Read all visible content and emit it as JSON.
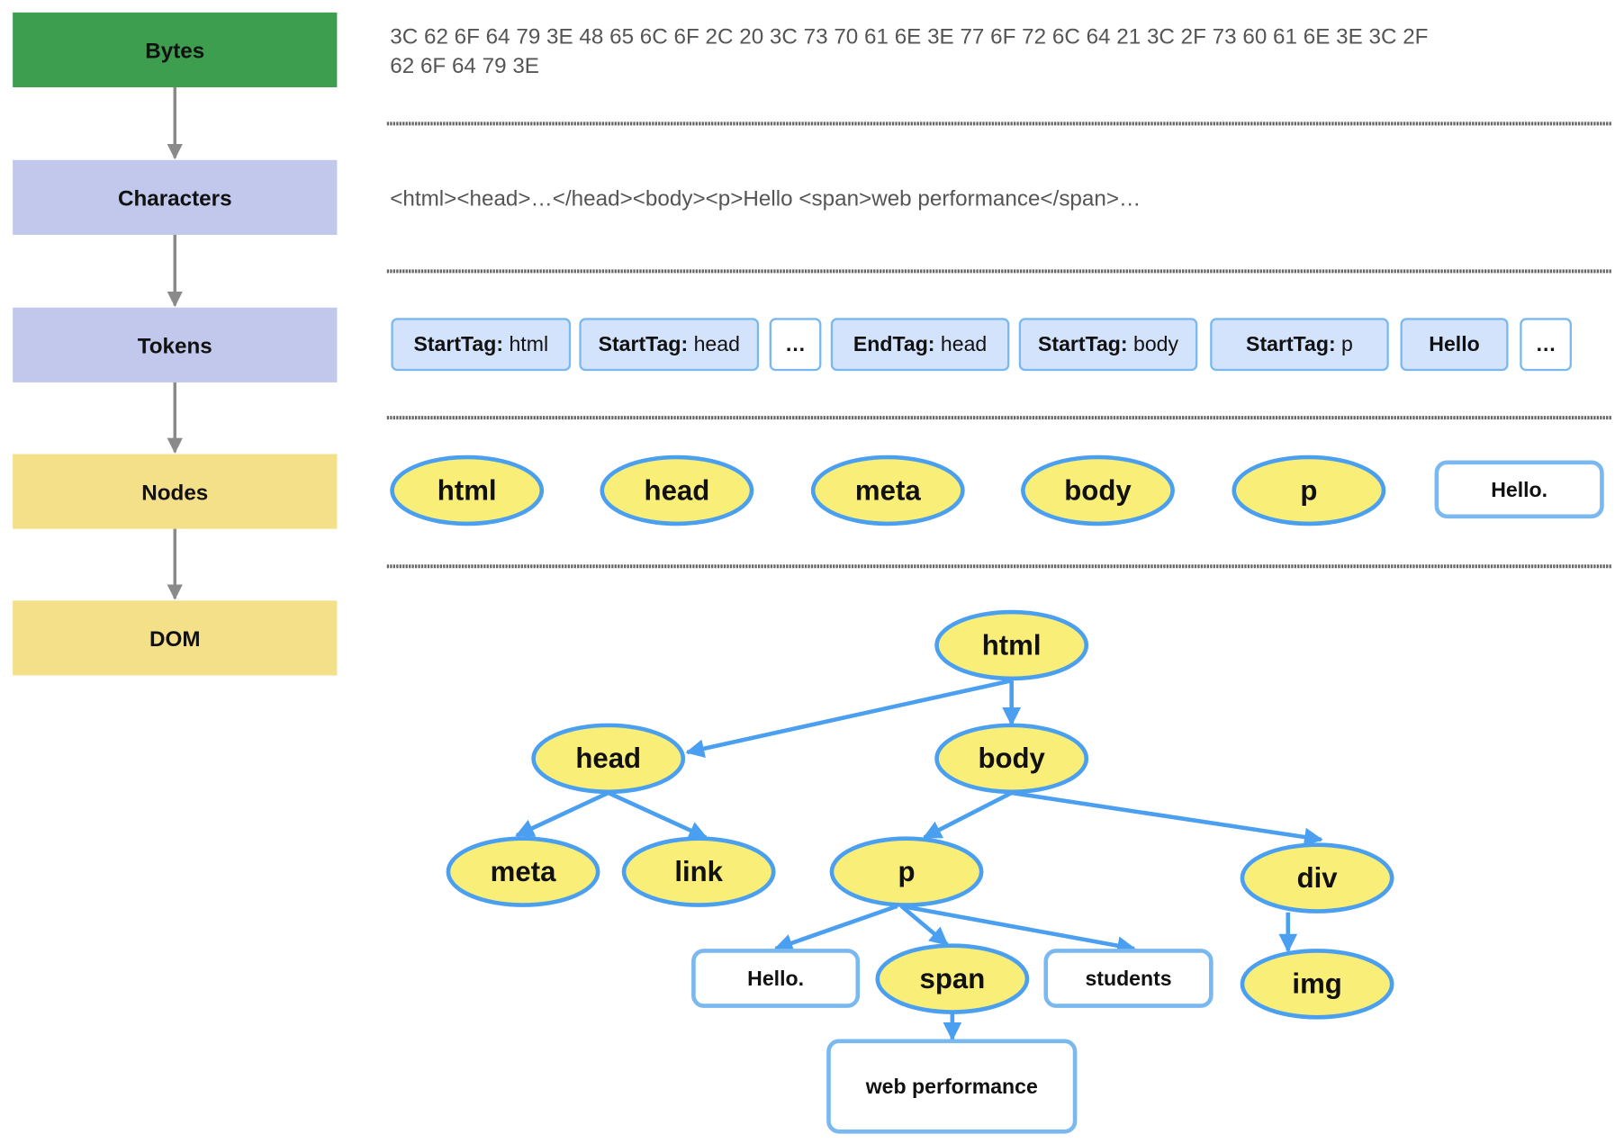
{
  "stages": [
    {
      "label": "Bytes",
      "color": "#3d9e4f"
    },
    {
      "label": "Characters",
      "color": "#c1c8ec"
    },
    {
      "label": "Tokens",
      "color": "#c1c8ec"
    },
    {
      "label": "Nodes",
      "color": "#f5e08a"
    },
    {
      "label": "DOM",
      "color": "#f5e08a"
    }
  ],
  "bytes": {
    "line1": "3C 62 6F 64 79 3E 48 65 6C 6F 2C 20 3C 73 70 61 6E 3E 77 6F 72 6C 64 21 3C 2F 73 60 61 6E 3E 3C 2F",
    "line2": "62 6F 64 79 3E"
  },
  "characters": "<html><head>…</head><body><p>Hello <span>web performance</span>…",
  "tokens": [
    {
      "kind": "StartTag:",
      "name": " html"
    },
    {
      "kind": "StartTag:",
      "name": " head"
    },
    {
      "kind": "…",
      "name": "",
      "plain": true
    },
    {
      "kind": "EndTag:",
      "name": " head"
    },
    {
      "kind": "StartTag:",
      "name": " body"
    },
    {
      "kind": "StartTag:",
      "name": " p"
    },
    {
      "kind": "",
      "name": "Hello",
      "text": true
    },
    {
      "kind": "…",
      "name": "",
      "plain": true
    }
  ],
  "nodes": [
    "html",
    "head",
    "meta",
    "body",
    "p"
  ],
  "nodes_text": "Hello.",
  "dom": {
    "html": "html",
    "head": "head",
    "body": "body",
    "meta": "meta",
    "link": "link",
    "p": "p",
    "div": "div",
    "hello": "Hello.",
    "span": "span",
    "students": "students",
    "img": "img",
    "web": "web performance"
  },
  "colors": {
    "node_fill": "#f9ee78",
    "node_stroke": "#4a9ff0",
    "token_fill": "#d4e3fc",
    "token_stroke": "#7ab8f0",
    "arrow": "#8a8a8a"
  }
}
